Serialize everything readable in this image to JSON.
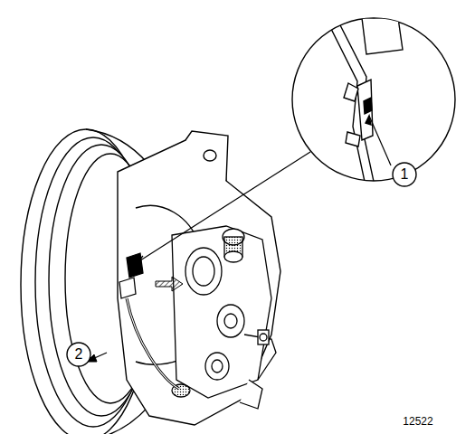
{
  "diagram": {
    "labels": [
      "1",
      "2",
      "12522"
    ]
  }
}
